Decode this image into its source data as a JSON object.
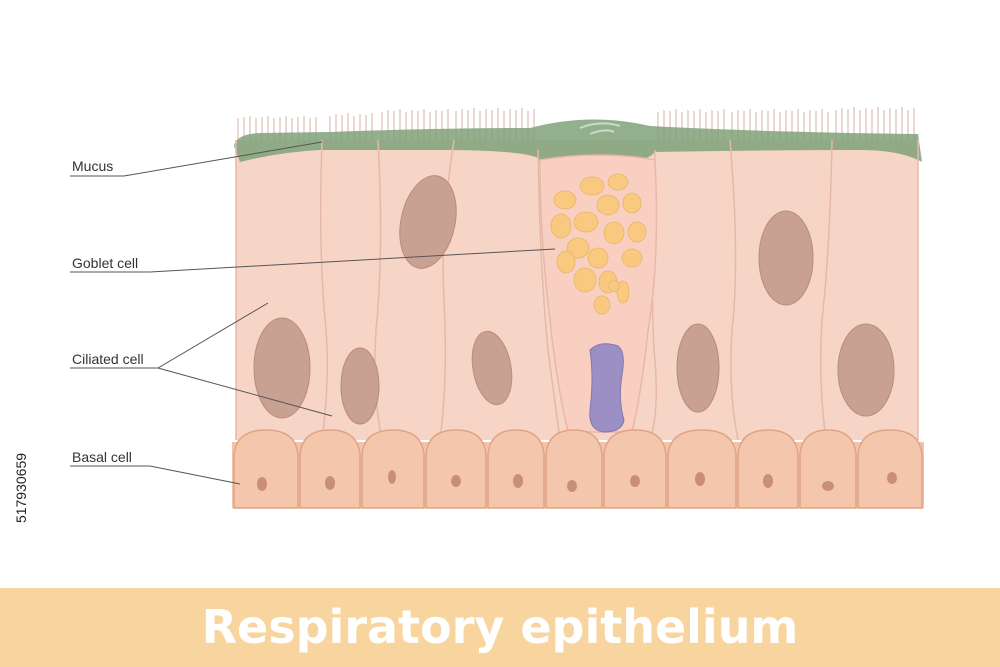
{
  "labels": {
    "mucus": "Mucus",
    "goblet": "Goblet cell",
    "ciliated": "Ciliated cell",
    "basal": "Basal cell"
  },
  "title": "Respiratory epithelium",
  "stock_id": "517930659",
  "colors": {
    "cell_fill": "#f7d5c6",
    "cell_border": "#e5b9a8",
    "nucleus": "#c9a193",
    "basal_fill": "#f2c3a8",
    "basal_border": "#e0a485",
    "basal_nucleus": "#c98e7a",
    "mucus": "#7fa27a",
    "granule": "#f8c97f",
    "goblet_nucleus": "#9c8fc4",
    "title_band": "#f8d49f",
    "title_text": "#ffffff"
  }
}
